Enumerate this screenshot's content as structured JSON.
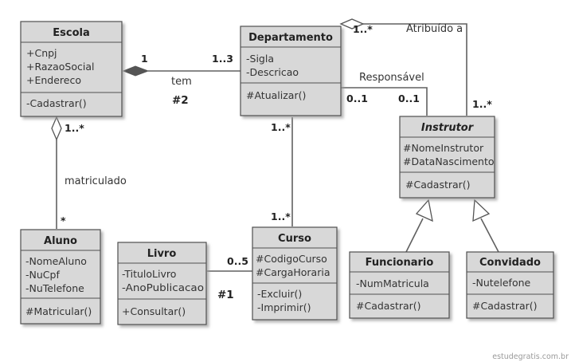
{
  "classes": {
    "escola": {
      "name": "Escola",
      "attributes": [
        "+Cnpj",
        "+RazaoSocial",
        "+Endereco"
      ],
      "operations": [
        "-Cadastrar()"
      ]
    },
    "departamento": {
      "name": "Departamento",
      "attributes": [
        "-Sigla",
        "-Descricao"
      ],
      "operations": [
        "#Atualizar()"
      ]
    },
    "instrutor": {
      "name": "Instrutor",
      "attributes": [
        "#NomeInstrutor",
        "#DataNascimento"
      ],
      "operations": [
        "#Cadastrar()"
      ]
    },
    "aluno": {
      "name": "Aluno",
      "attributes": [
        "-NomeAluno",
        "-NuCpf",
        "-NuTelefone"
      ],
      "operations": [
        "#Matricular()"
      ]
    },
    "livro": {
      "name": "Livro",
      "attributes": [
        "-TituloLivro",
        "-AnoPublicacao"
      ],
      "operations": [
        "+Consultar()"
      ]
    },
    "curso": {
      "name": "Curso",
      "attributes": [
        "#CodigoCurso",
        "#CargaHoraria"
      ],
      "operations": [
        "-Excluir()",
        "-Imprimir()"
      ]
    },
    "funcionario": {
      "name": "Funcionario",
      "attributes": [
        "-NumMatricula"
      ],
      "operations": [
        "#Cadastrar()"
      ]
    },
    "convidado": {
      "name": "Convidado",
      "attributes": [
        "-Nutelefone"
      ],
      "operations": [
        "#Cadastrar()"
      ]
    }
  },
  "associations": {
    "escola_departamento": {
      "label": "tem",
      "mult_escola": "1",
      "mult_departamento": "1..3",
      "tag": "#2"
    },
    "escola_aluno": {
      "label": "matriculado",
      "mult_escola": "1..*",
      "mult_aluno": "*"
    },
    "departamento_curso": {
      "mult_departamento": "1..*",
      "mult_curso": "1..*"
    },
    "departamento_instrutor_atribuido": {
      "label": "Atribuído a",
      "mult_departamento": "1..*",
      "mult_instrutor": "1..*"
    },
    "departamento_instrutor_responsavel": {
      "label": "Responsável",
      "mult_departamento": "0..1",
      "mult_instrutor": "0..1"
    },
    "livro_curso": {
      "mult_curso": "0..5",
      "tag": "#1"
    }
  },
  "watermark": "estudegratis.com.br"
}
